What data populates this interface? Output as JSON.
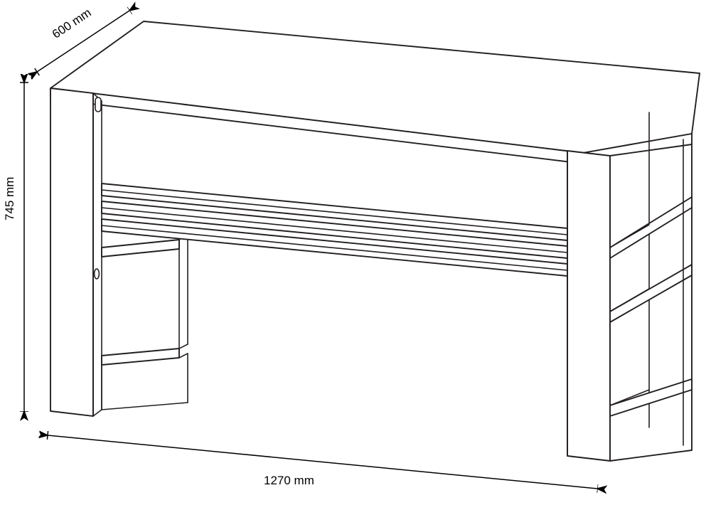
{
  "drawing": {
    "type": "technical-line-drawing",
    "subject": "desk with side shelving and back slats",
    "projection": "isometric",
    "background_color": "#ffffff",
    "line_color": "#231f20",
    "dimension_color": "#000000"
  },
  "dimensions": {
    "depth": {
      "name": "depth",
      "value": "600 mm",
      "number": 600,
      "unit": "mm",
      "orientation": "diagonal-up-right",
      "arrow_style": "double-headed"
    },
    "height": {
      "name": "height",
      "value": "745 mm",
      "number": 745,
      "unit": "mm",
      "orientation": "vertical",
      "arrow_style": "double-headed"
    },
    "width": {
      "name": "width",
      "value": "1270 mm",
      "number": 1270,
      "unit": "mm",
      "orientation": "horizontal-slight-slope",
      "arrow_style": "double-headed"
    }
  },
  "features": {
    "desktop": "flat rectangular top panel",
    "left_panel": "full-height side panel with lower open cubby",
    "right_panel": "full-height side panel with two open shelf compartments",
    "back_slats_count": 3,
    "cable_grommets_count": 2
  }
}
